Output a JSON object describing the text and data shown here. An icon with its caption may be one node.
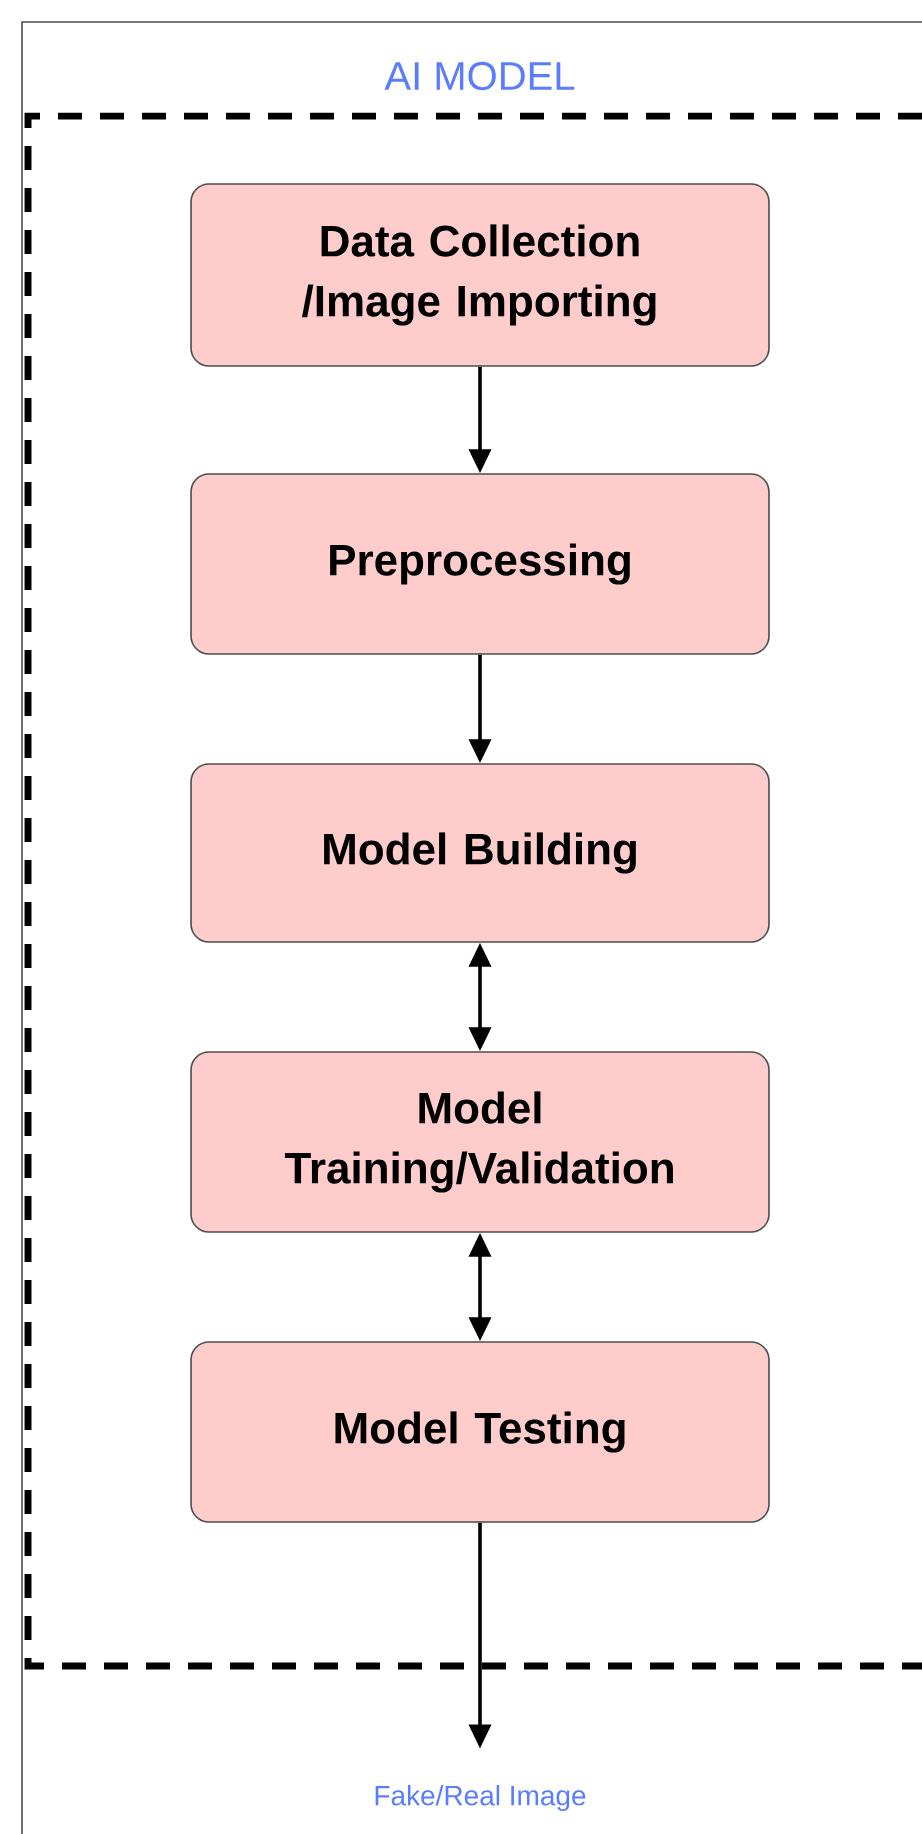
{
  "diagram": {
    "nodes": [
      {
        "text": [
          "AI MODEL"
        ]
      },
      {
        "text": [
          "Data Collection /Image Importing"
        ],
        "in": 0
      },
      {
        "text": [
          "Preprocessing"
        ],
        "in": 0
      },
      {
        "text": [
          "Model Building"
        ],
        "in": 0
      },
      {
        "text": [
          "Model Training/Validation"
        ],
        "in": 0
      },
      {
        "text": [
          "Model Testing"
        ],
        "in": 0
      },
      {
        "text": [
          "Fake/Real Image"
        ]
      }
    ],
    "edges": [
      {
        "from": 1,
        "to": 2,
        "arrow": "to"
      },
      {
        "from": 2,
        "to": 3,
        "arrow": "to"
      },
      {
        "from": 3,
        "to": 4,
        "arrow": "both"
      },
      {
        "from": 4,
        "to": 5,
        "arrow": "both"
      },
      {
        "from": 5,
        "to": 6,
        "arrow": "to"
      }
    ]
  }
}
